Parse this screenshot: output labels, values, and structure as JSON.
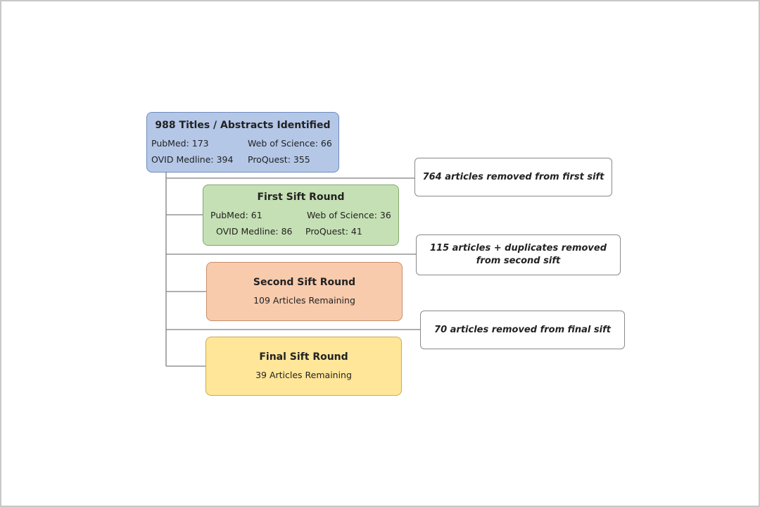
{
  "flow": {
    "identified": {
      "title": "988 Titles / Abstracts Identified",
      "sources": {
        "pubmed": "PubMed: 173",
        "web_of_science": "Web of Science: 66",
        "ovid_medline": "OVID Medline: 394",
        "proquest": "ProQuest: 355"
      }
    },
    "first_sift": {
      "title": "First Sift Round",
      "sources": {
        "pubmed": "PubMed: 61",
        "web_of_science": "Web of Science: 36",
        "ovid_medline": "OVID Medline: 86",
        "proquest": "ProQuest: 41"
      }
    },
    "second_sift": {
      "title": "Second Sift Round",
      "subtitle": "109 Articles Remaining"
    },
    "final_sift": {
      "title": "Final Sift Round",
      "subtitle": "39 Articles Remaining"
    }
  },
  "removals": {
    "first": "764 articles removed from first sift",
    "second": "115 articles + duplicates removed from second sift",
    "final": "70 articles removed from final sift"
  },
  "colors": {
    "identified": "#b4c7e7",
    "first_sift": "#c5e0b4",
    "second_sift": "#f8cbad",
    "final_sift": "#ffe699",
    "connector": "#7f7f7f"
  }
}
